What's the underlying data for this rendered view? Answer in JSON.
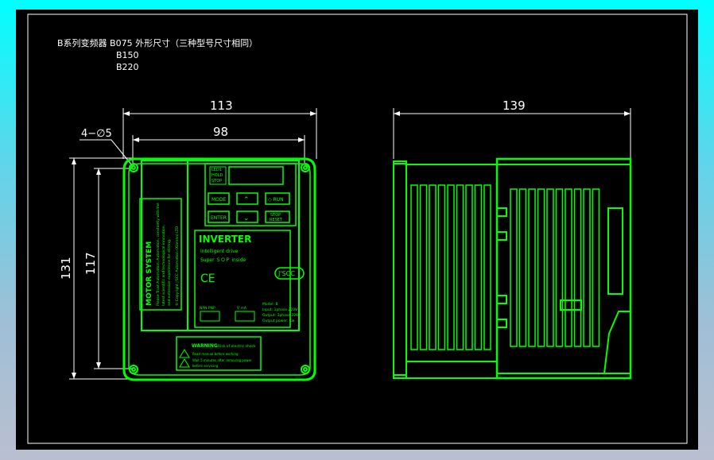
{
  "title": {
    "line1": "B系列变频器 B075 外形尺寸（三种型号尺寸相同）",
    "line2": "B150",
    "line3": "B220"
  },
  "dimensions": {
    "front_width_outer": "113",
    "front_width_inner": "98",
    "front_height_outer": "131",
    "front_height_inner": "117",
    "holes": "4−∅5",
    "side_depth": "139"
  },
  "panel": {
    "led_labels": [
      "LED1",
      "HOLD",
      "STOP"
    ],
    "keys": {
      "mode": "MODE",
      "run": "◇ RUN",
      "enter": "ENTER",
      "stop_reset_1": "STOP",
      "stop_reset_2": "RESET"
    },
    "product": "INVERTER",
    "subtitle1": "Intelligent drive",
    "subtitle2": "Super ＳＯＰ inside",
    "brand": "J'SCC",
    "ce": "CE",
    "model_label": "Model:   B",
    "input": "Input:  1phase 220V",
    "output": "Output: 3phase 220V",
    "power": "Output power:    Kw",
    "switch1": "NPN  PNP",
    "switch2": "V    mA",
    "side_brand": "MOTOR SYSTEM",
    "side_text1": "Please Trust Automation, Automation, constantly with the",
    "side_text2": "latest scientific and technological innovation,",
    "side_text3": "and extensive experience for stirring.",
    "side_copyright": "© Copyright  J'SCC Automation (Xiamen) LTD",
    "warning_title": "WARNING",
    "warning_risk": "Risk of electric shock",
    "warning_line1": "Read manual before working",
    "warning_line2": "Wait 5 minutes after removing power",
    "warning_line3": "before servicing"
  },
  "colors": {
    "background": "#000000",
    "drawing": "#00ff00",
    "dimension": "#ffffff",
    "frame_top": "#00ffff"
  }
}
